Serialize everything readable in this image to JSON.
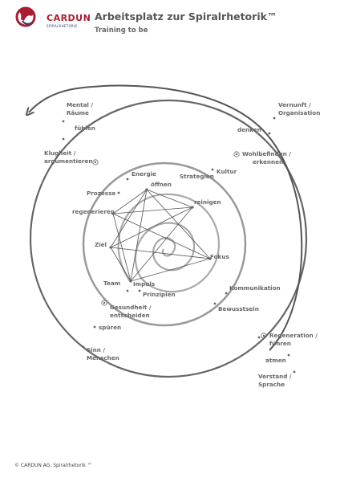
{
  "header": {
    "logo_name": "CARDUN",
    "logo_sub": "SPIRALRHETORIK",
    "title": "Arbeitsplatz zur Spiralrhetorik™",
    "subtitle": "Training to be"
  },
  "diagram": {
    "outer_labels": {
      "mental": [
        "Mental /",
        "Räume"
      ],
      "fuehlen": "fühlen",
      "klugheit": [
        "Klugheit /",
        "argumentieren"
      ],
      "vernunft": [
        "Vernunft /",
        "Organisation"
      ],
      "denken": "denken",
      "wohlbefinden": [
        "Wohlbefinden /",
        "erkennen"
      ],
      "gesundheit": [
        "Gesundheit /",
        "entscheiden"
      ],
      "spueren": "spüren",
      "sinn": [
        "Sinn /",
        "Menschen"
      ],
      "regeneration": [
        "Regeneration /",
        "führen"
      ],
      "atmen": "atmen",
      "verstand": [
        "Verstand /",
        "Sprache"
      ]
    },
    "middle_labels": {
      "energie": "Energie",
      "strategien": "Strategien",
      "kultur": "Kultur",
      "prozesse": "Prozesse",
      "team": "Team",
      "prinzipien": "Prinzipien",
      "kommunikation": "Kommunikation",
      "bewusstsein": "Bewusstsein"
    },
    "star_labels": {
      "oeffnen": "öffnen",
      "reinigen": "reinigen",
      "regenerieren": "regenerieren",
      "ziel": "Ziel",
      "fokus": "Fokus",
      "impuls": "Impuls"
    }
  },
  "footer": {
    "copyright": "© CARDUN AG, Spiralrhetorik ™"
  }
}
